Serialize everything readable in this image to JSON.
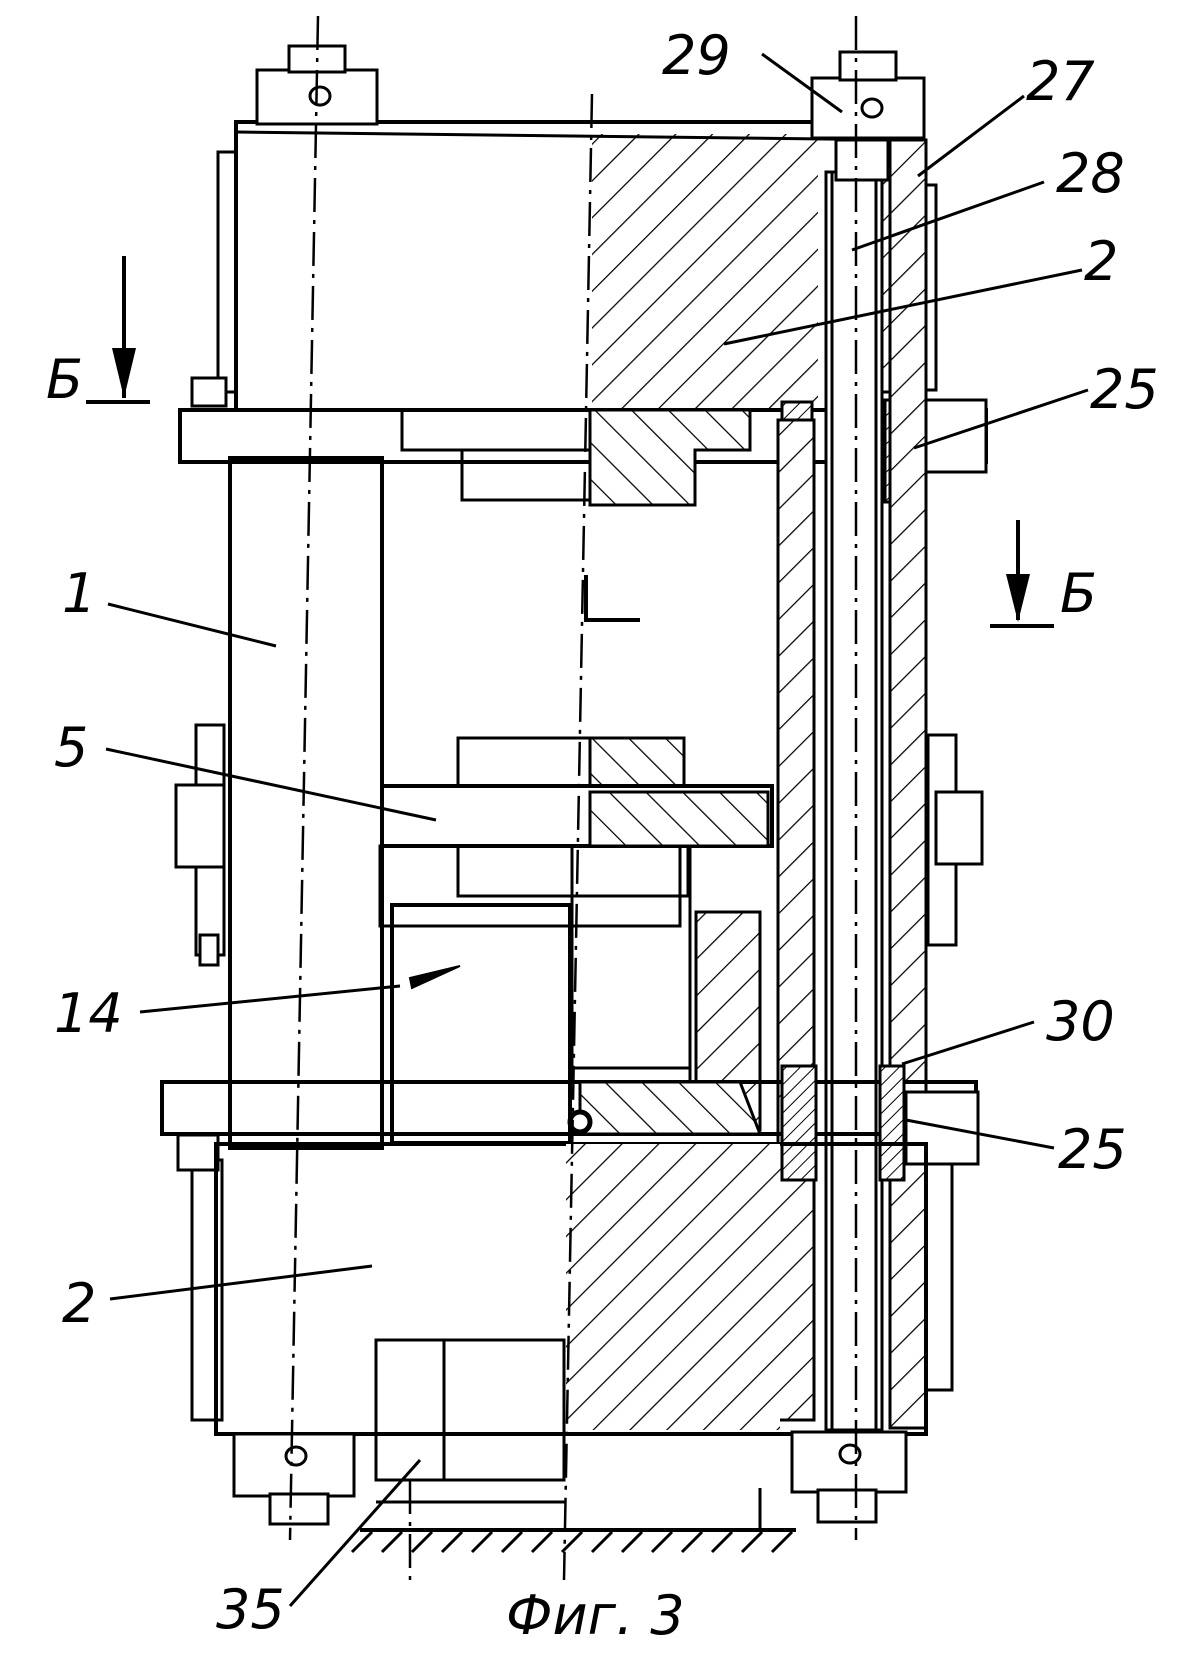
{
  "figure": {
    "caption": "Фиг. 3"
  },
  "labels": {
    "l1": "1",
    "l2_top": "2",
    "l2_bottom": "2",
    "l5": "5",
    "l14": "14",
    "l25_top": "25",
    "l25_bottom": "25",
    "l27": "27",
    "l28": "28",
    "l29": "29",
    "l30": "30",
    "l35": "35",
    "section_left": "Б",
    "section_right": "Б"
  }
}
